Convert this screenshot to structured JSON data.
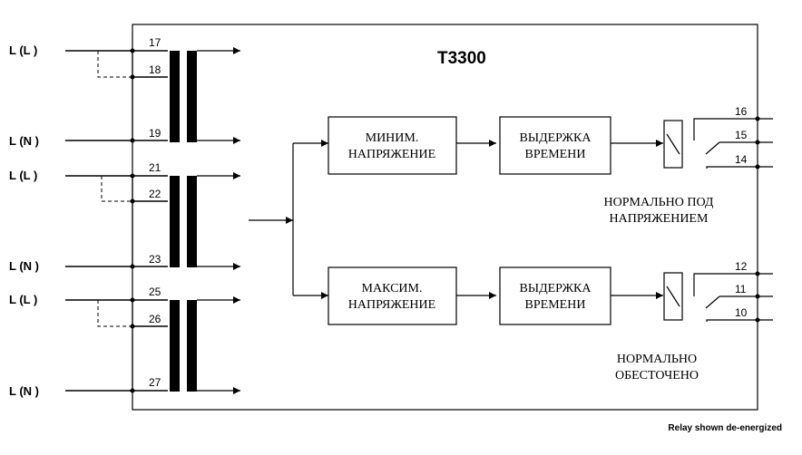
{
  "diagram": {
    "title": "T3300",
    "footnote": "Relay shown de-energized",
    "line_labels": [
      "L (L )",
      "L (N )",
      "L (L )",
      "L (N )",
      "L (L )",
      "L (N )"
    ],
    "terminals": {
      "t17": "17",
      "t18": "18",
      "t19": "19",
      "t21": "21",
      "t22": "22",
      "t23": "23",
      "t25": "25",
      "t26": "26",
      "t27": "27",
      "t16": "16",
      "t15": "15",
      "t14": "14",
      "t12": "12",
      "t11": "11",
      "t10": "10"
    },
    "blocks": {
      "min_voltage": [
        "МИНИМ.",
        "НАПРЯЖЕНИЕ"
      ],
      "max_voltage": [
        "МАКСИМ.",
        "НАПРЯЖЕНИЕ"
      ],
      "delay_top": [
        "ВЫДЕРЖКА",
        "ВРЕМЕНИ"
      ],
      "delay_bottom": [
        "ВЫДЕРЖКА",
        "ВРЕМЕНИ"
      ]
    },
    "relay_top_note": [
      "НОРМАЛЬНО ПОД",
      "НАПРЯЖЕНИЕМ"
    ],
    "relay_bottom_note": [
      "НОРМАЛЬНО",
      "ОБЕСТОЧЕНО"
    ]
  }
}
